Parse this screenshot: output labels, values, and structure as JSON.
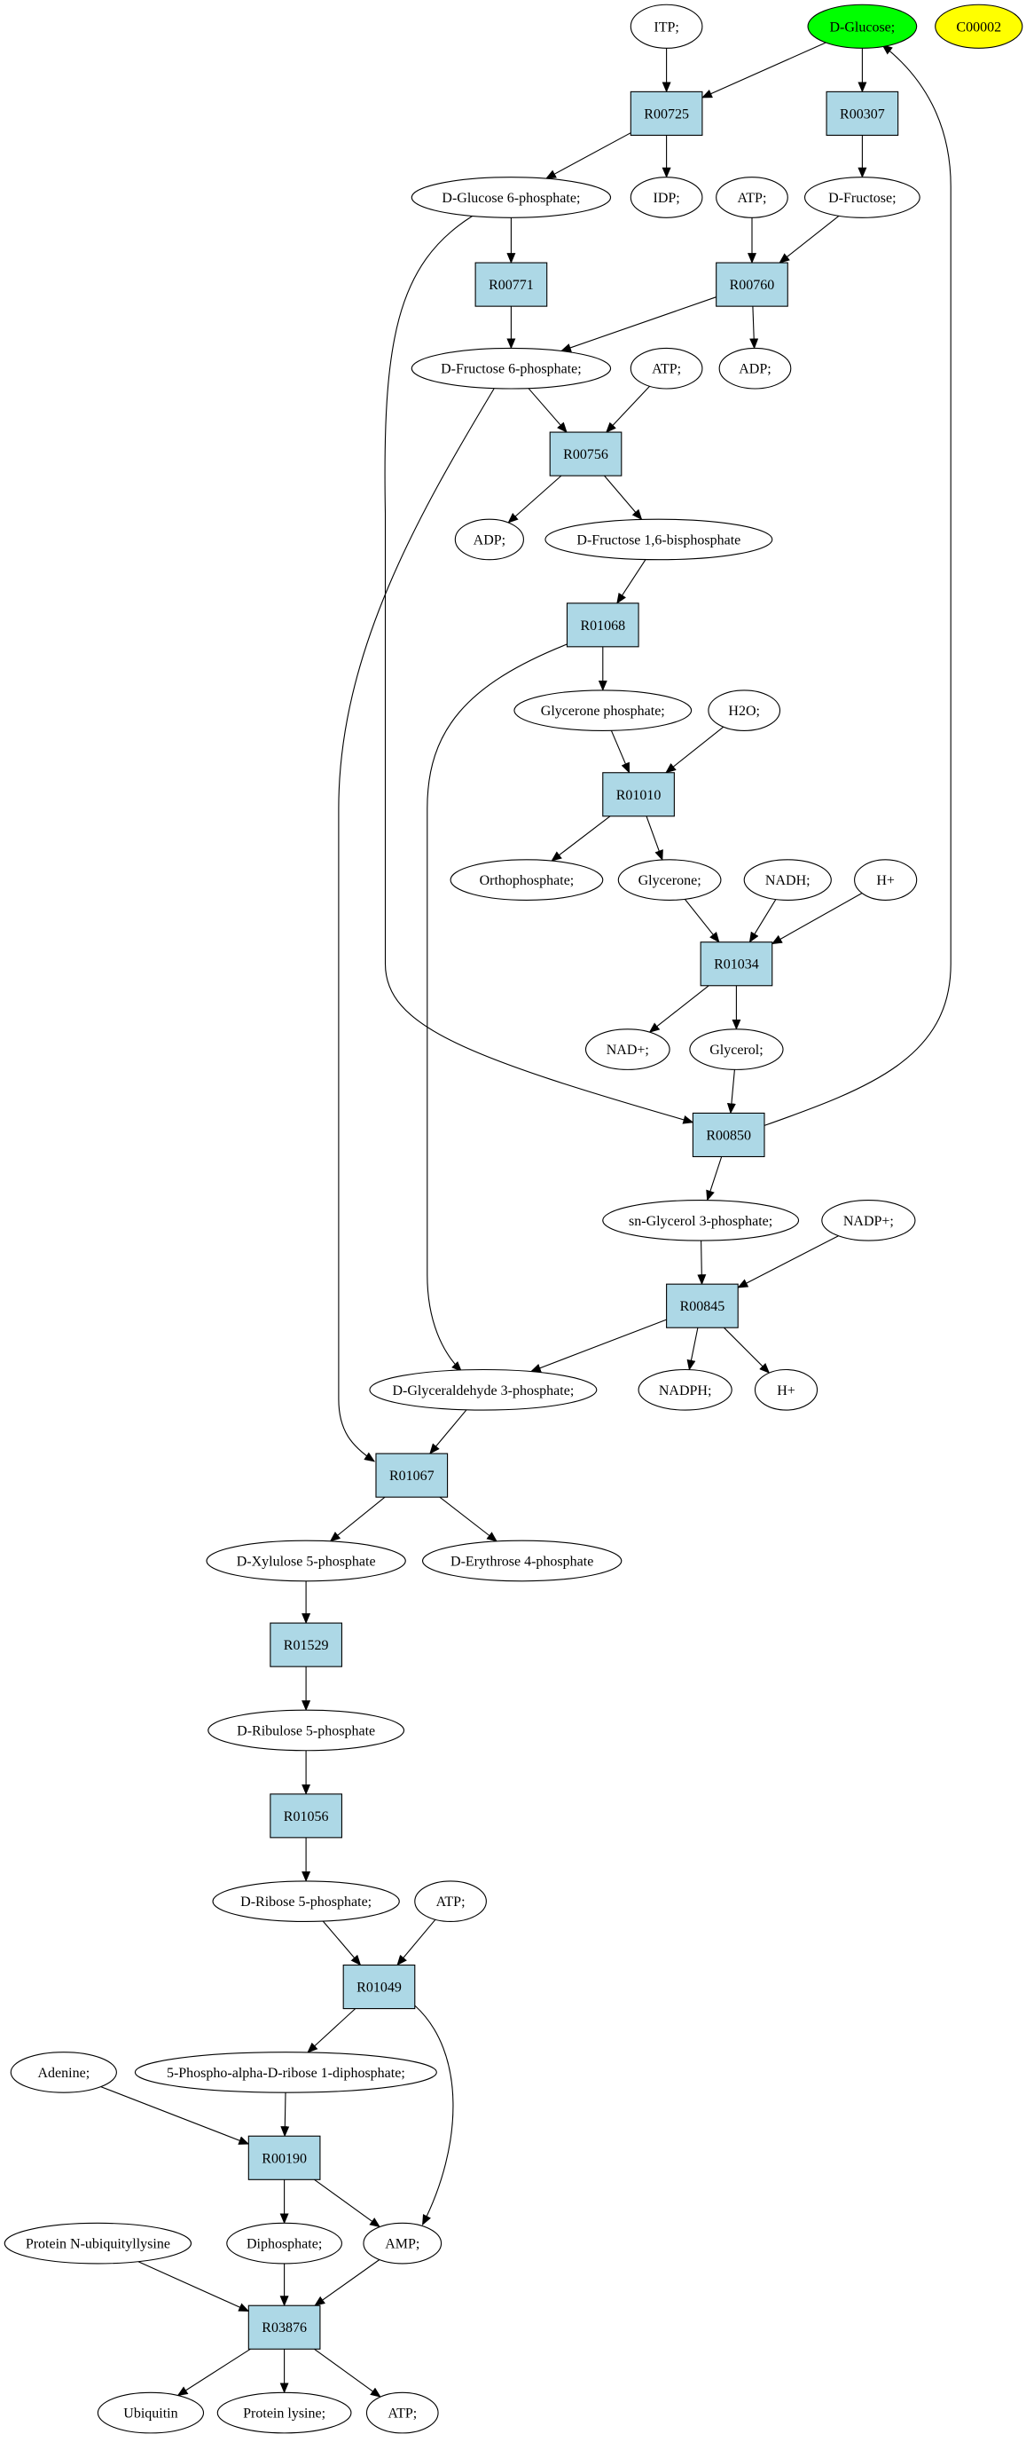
{
  "colors": {
    "reaction_fill": "#add8e6",
    "compound_fill": "#ffffff",
    "start_fill": "#00ff00",
    "highlight_fill": "#ffff00",
    "stroke": "#000000"
  },
  "nodes": [
    {
      "id": "ITP",
      "label": "ITP;",
      "kind": "compound"
    },
    {
      "id": "DGLU",
      "label": "D-Glucose;",
      "kind": "start"
    },
    {
      "id": "C00002",
      "label": "C00002",
      "kind": "highlight"
    },
    {
      "id": "R00725",
      "label": "R00725",
      "kind": "reaction"
    },
    {
      "id": "R00307",
      "label": "R00307",
      "kind": "reaction"
    },
    {
      "id": "G6P",
      "label": "D-Glucose 6-phosphate;",
      "kind": "compound"
    },
    {
      "id": "IDP",
      "label": "IDP;",
      "kind": "compound"
    },
    {
      "id": "ATP1",
      "label": "ATP;",
      "kind": "compound"
    },
    {
      "id": "DFRU",
      "label": "D-Fructose;",
      "kind": "compound"
    },
    {
      "id": "R00771",
      "label": "R00771",
      "kind": "reaction"
    },
    {
      "id": "R00760",
      "label": "R00760",
      "kind": "reaction"
    },
    {
      "id": "F6P",
      "label": "D-Fructose 6-phosphate;",
      "kind": "compound"
    },
    {
      "id": "ATP2",
      "label": "ATP;",
      "kind": "compound"
    },
    {
      "id": "ADP1",
      "label": "ADP;",
      "kind": "compound"
    },
    {
      "id": "R00756",
      "label": "R00756",
      "kind": "reaction"
    },
    {
      "id": "ADP2",
      "label": "ADP;",
      "kind": "compound"
    },
    {
      "id": "FBP",
      "label": "D-Fructose 1,6-bisphosphate",
      "kind": "compound"
    },
    {
      "id": "R01068",
      "label": "R01068",
      "kind": "reaction"
    },
    {
      "id": "GLYP",
      "label": "Glycerone phosphate;",
      "kind": "compound"
    },
    {
      "id": "H2O",
      "label": "H2O;",
      "kind": "compound"
    },
    {
      "id": "R01010",
      "label": "R01010",
      "kind": "reaction"
    },
    {
      "id": "ORTHO",
      "label": "Orthophosphate;",
      "kind": "compound"
    },
    {
      "id": "GLYC",
      "label": "Glycerone;",
      "kind": "compound"
    },
    {
      "id": "NADH",
      "label": "NADH;",
      "kind": "compound"
    },
    {
      "id": "HPLUS1",
      "label": "H+",
      "kind": "compound"
    },
    {
      "id": "R01034",
      "label": "R01034",
      "kind": "reaction"
    },
    {
      "id": "NADP",
      "label": "NAD+;",
      "kind": "compound"
    },
    {
      "id": "GLYCEROL",
      "label": "Glycerol;",
      "kind": "compound"
    },
    {
      "id": "R00850",
      "label": "R00850",
      "kind": "reaction"
    },
    {
      "id": "SNG3P",
      "label": "sn-Glycerol 3-phosphate;",
      "kind": "compound"
    },
    {
      "id": "NADPPLUS",
      "label": "NADP+;",
      "kind": "compound"
    },
    {
      "id": "R00845",
      "label": "R00845",
      "kind": "reaction"
    },
    {
      "id": "GA3P",
      "label": "D-Glyceraldehyde 3-phosphate;",
      "kind": "compound"
    },
    {
      "id": "NADPH",
      "label": "NADPH;",
      "kind": "compound"
    },
    {
      "id": "HPLUS2",
      "label": "H+",
      "kind": "compound"
    },
    {
      "id": "R01067",
      "label": "R01067",
      "kind": "reaction"
    },
    {
      "id": "XU5P",
      "label": "D-Xylulose 5-phosphate",
      "kind": "compound"
    },
    {
      "id": "E4P",
      "label": "D-Erythrose 4-phosphate",
      "kind": "compound"
    },
    {
      "id": "R01529",
      "label": "R01529",
      "kind": "reaction"
    },
    {
      "id": "RU5P",
      "label": "D-Ribulose 5-phosphate",
      "kind": "compound"
    },
    {
      "id": "R01056",
      "label": "R01056",
      "kind": "reaction"
    },
    {
      "id": "R5P",
      "label": "D-Ribose 5-phosphate;",
      "kind": "compound"
    },
    {
      "id": "ATP3",
      "label": "ATP;",
      "kind": "compound"
    },
    {
      "id": "R01049",
      "label": "R01049",
      "kind": "reaction"
    },
    {
      "id": "ADENINE",
      "label": "Adenine;",
      "kind": "compound"
    },
    {
      "id": "PRPP",
      "label": "5-Phospho-alpha-D-ribose 1-diphosphate;",
      "kind": "compound"
    },
    {
      "id": "R00190",
      "label": "R00190",
      "kind": "reaction"
    },
    {
      "id": "PNUB",
      "label": "Protein N-ubiquityllysine",
      "kind": "compound"
    },
    {
      "id": "DIPHOS",
      "label": "Diphosphate;",
      "kind": "compound"
    },
    {
      "id": "AMP",
      "label": "AMP;",
      "kind": "compound"
    },
    {
      "id": "R03876",
      "label": "R03876",
      "kind": "reaction"
    },
    {
      "id": "UBIQ",
      "label": "Ubiquitin",
      "kind": "compound"
    },
    {
      "id": "PLYS",
      "label": "Protein lysine;",
      "kind": "compound"
    },
    {
      "id": "ATP4",
      "label": "ATP;",
      "kind": "compound"
    }
  ],
  "edges": [
    [
      "ITP",
      "R00725"
    ],
    [
      "DGLU",
      "R00725"
    ],
    [
      "DGLU",
      "R00307"
    ],
    [
      "R00725",
      "G6P"
    ],
    [
      "R00725",
      "IDP"
    ],
    [
      "R00307",
      "DFRU"
    ],
    [
      "G6P",
      "R00771"
    ],
    [
      "ATP1",
      "R00760"
    ],
    [
      "DFRU",
      "R00760"
    ],
    [
      "R00771",
      "F6P"
    ],
    [
      "R00760",
      "F6P"
    ],
    [
      "R00760",
      "ADP1"
    ],
    [
      "F6P",
      "R00756"
    ],
    [
      "ATP2",
      "R00756"
    ],
    [
      "R00756",
      "ADP2"
    ],
    [
      "R00756",
      "FBP"
    ],
    [
      "FBP",
      "R01068"
    ],
    [
      "R01068",
      "GLYP"
    ],
    [
      "R01068",
      "GA3P"
    ],
    [
      "GLYP",
      "R01010"
    ],
    [
      "H2O",
      "R01010"
    ],
    [
      "R01010",
      "ORTHO"
    ],
    [
      "R01010",
      "GLYC"
    ],
    [
      "GLYC",
      "R01034"
    ],
    [
      "NADH",
      "R01034"
    ],
    [
      "HPLUS1",
      "R01034"
    ],
    [
      "R01034",
      "NADP"
    ],
    [
      "R01034",
      "GLYCEROL"
    ],
    [
      "GLYCEROL",
      "R00850"
    ],
    [
      "G6P",
      "R00850"
    ],
    [
      "R00850",
      "DGLU"
    ],
    [
      "R00850",
      "SNG3P"
    ],
    [
      "SNG3P",
      "R00845"
    ],
    [
      "NADPPLUS",
      "R00845"
    ],
    [
      "R00845",
      "GA3P"
    ],
    [
      "R00845",
      "NADPH"
    ],
    [
      "R00845",
      "HPLUS2"
    ],
    [
      "GA3P",
      "R01067"
    ],
    [
      "F6P",
      "R01067"
    ],
    [
      "R01067",
      "XU5P"
    ],
    [
      "R01067",
      "E4P"
    ],
    [
      "XU5P",
      "R01529"
    ],
    [
      "R01529",
      "RU5P"
    ],
    [
      "RU5P",
      "R01056"
    ],
    [
      "R01056",
      "R5P"
    ],
    [
      "R5P",
      "R01049"
    ],
    [
      "ATP3",
      "R01049"
    ],
    [
      "R01049",
      "PRPP"
    ],
    [
      "R01049",
      "AMP"
    ],
    [
      "ADENINE",
      "R00190"
    ],
    [
      "PRPP",
      "R00190"
    ],
    [
      "R00190",
      "DIPHOS"
    ],
    [
      "R00190",
      "AMP"
    ],
    [
      "PNUB",
      "R03876"
    ],
    [
      "DIPHOS",
      "R03876"
    ],
    [
      "AMP",
      "R03876"
    ],
    [
      "R03876",
      "UBIQ"
    ],
    [
      "R03876",
      "PLYS"
    ],
    [
      "R03876",
      "ATP4"
    ]
  ]
}
